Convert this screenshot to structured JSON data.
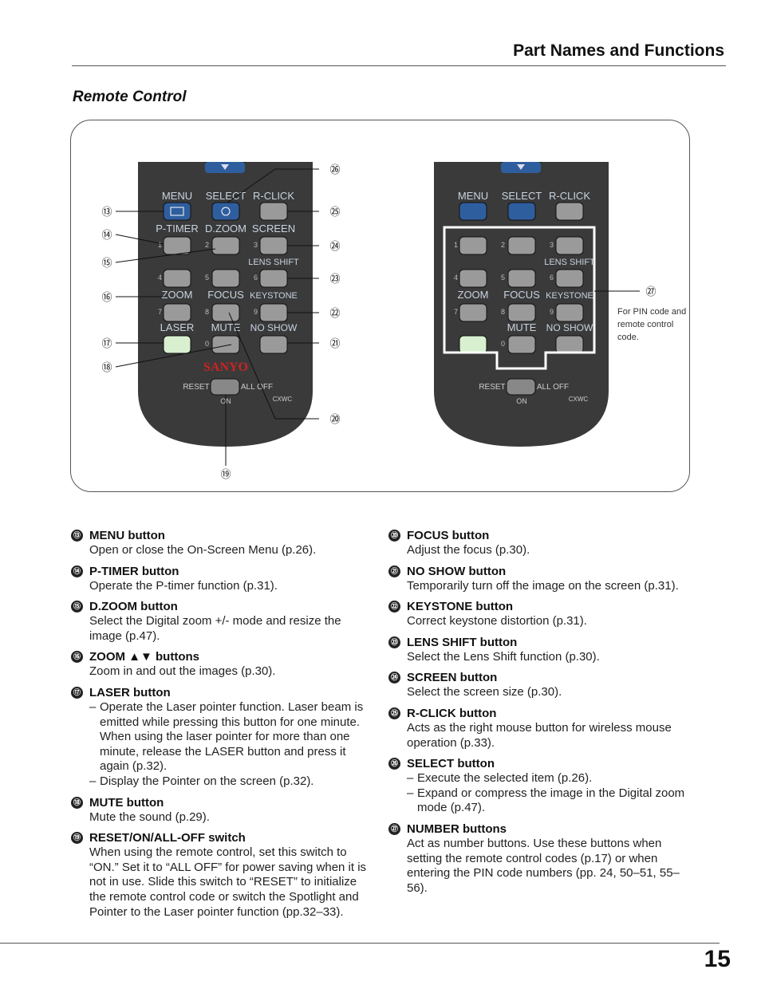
{
  "header": {
    "title": "Part Names and Functions"
  },
  "section": {
    "title": "Remote Control"
  },
  "remote": {
    "row1": [
      "MENU",
      "SELECT",
      "R-CLICK"
    ],
    "row2": [
      "P-TIMER",
      "D.ZOOM",
      "SCREEN"
    ],
    "lens_shift": "LENS SHIFT",
    "row3": [
      "ZOOM",
      "FOCUS",
      "KEYSTONE"
    ],
    "row4": [
      "LASER",
      "MUTE",
      "NO SHOW"
    ],
    "digits": [
      "1",
      "2",
      "3",
      "4",
      "5",
      "6",
      "7",
      "8",
      "9",
      "0"
    ],
    "switch_reset": "RESET",
    "switch_on": "ON",
    "switch_alloff": "ALL OFF",
    "model": "CXWC",
    "brand": "SANYO"
  },
  "callouts": [
    "⑬",
    "⑭",
    "⑮",
    "⑯",
    "⑰",
    "⑱",
    "⑲",
    "⑳",
    "㉑",
    "㉒",
    "㉓",
    "㉔",
    "㉕",
    "㉖",
    "㉗"
  ],
  "pin_note": "For PIN code and remote control code.",
  "left_items": [
    {
      "num": "⑬",
      "title": "MENU button",
      "desc": "Open or close the On-Screen Menu (p.26)."
    },
    {
      "num": "⑭",
      "title": "P-TIMER button",
      "desc": "Operate the P-timer function (p.31)."
    },
    {
      "num": "⑮",
      "title": "D.ZOOM button",
      "desc": "Select the Digital zoom +/- mode and resize the image (p.47)."
    },
    {
      "num": "⑯",
      "title": "ZOOM ▲▼ buttons",
      "desc": "Zoom in and out the images (p.30)."
    },
    {
      "num": "⑰",
      "title": "LASER button",
      "bullet1": "Operate the Laser pointer function. Laser beam is emitted while pressing this button for one minute. When using the laser pointer for more than one minute, release the LASER button and press it again (p.32).",
      "bullet2": "Display the Pointer on the screen (p.32)."
    },
    {
      "num": "⑱",
      "title": "MUTE button",
      "desc": "Mute the sound (p.29)."
    },
    {
      "num": "⑲",
      "title": "RESET/ON/ALL-OFF switch",
      "desc": "When using the remote control, set this switch to “ON.” Set it to “ALL OFF” for power saving when it is not in use. Slide this switch to “RESET” to initialize the remote control code or switch the Spotlight and Pointer to the Laser pointer function (pp.32–33)."
    }
  ],
  "right_items": [
    {
      "num": "⑳",
      "title": "FOCUS button",
      "desc": "Adjust the focus (p.30)."
    },
    {
      "num": "㉑",
      "title": "NO SHOW button",
      "desc": "Temporarily turn off the image on the screen (p.31)."
    },
    {
      "num": "㉒",
      "title": "KEYSTONE button",
      "desc": "Correct keystone distortion (p.31)."
    },
    {
      "num": "㉓",
      "title": "LENS SHIFT button",
      "desc": "Select the Lens Shift function (p.30)."
    },
    {
      "num": "㉔",
      "title": "SCREEN button",
      "desc": "Select the screen size (p.30)."
    },
    {
      "num": "㉕",
      "title": "R-CLICK button",
      "desc": "Acts as the right mouse button for wireless mouse operation (p.33)."
    },
    {
      "num": "㉖",
      "title": "SELECT button",
      "bullet1": "Execute the selected item (p.26).",
      "bullet2": "Expand or compress the image in the Digital zoom mode (p.47)."
    },
    {
      "num": "㉗",
      "title": "NUMBER buttons",
      "desc": "Act as number buttons. Use these buttons when setting the remote control codes (p.17) or when entering the PIN code numbers (pp. 24, 50–51, 55–56)."
    }
  ],
  "page_number": "15"
}
